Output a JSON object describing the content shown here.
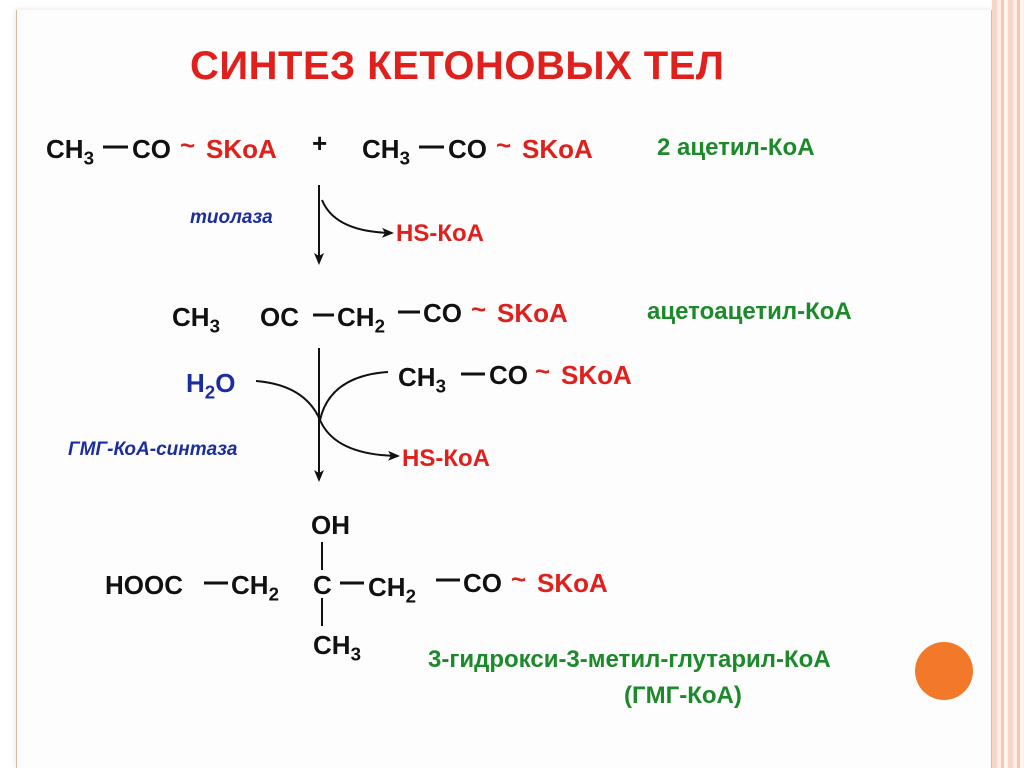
{
  "title": "СИНТЕЗ КЕТОНОВЫХ ТЕЛ",
  "step1": {
    "left_ch3": "CH",
    "left_sub": "3",
    "left_co": "CO",
    "tilde": "~",
    "left_skoa": "SKoA",
    "plus": "+",
    "right_ch3": "CH",
    "right_sub": "3",
    "right_co": "CO",
    "right_skoa": "SKoA",
    "label": "2 ацетил-КоА",
    "enzyme": "тиолаза",
    "byproduct": "HS-КоА"
  },
  "step2": {
    "ch3": "CH",
    "ch3_sub": "3",
    "oc": "OC",
    "ch2": "CH",
    "ch2_sub": "2",
    "co": "CO",
    "skoa": "SKoA",
    "label": "ацетоацетил-КоА",
    "water": "H",
    "water_sub": "2",
    "water_o": "O",
    "reagent_ch3": "CH",
    "reagent_sub": "3",
    "reagent_co": "CO",
    "reagent_skoa": "SKoA",
    "enzyme": "ГМГ-КоА-синтаза",
    "byproduct": "HS-КоА"
  },
  "step3": {
    "oh": "OH",
    "hooc": "HOOC",
    "ch2a": "CH",
    "ch2a_sub": "2",
    "c": "C",
    "ch2b": "CH",
    "ch2b_sub": "2",
    "co": "CO",
    "skoa": "SKoA",
    "ch3": "CH",
    "ch3_sub": "3",
    "label_line1": "3-гидрокси-3-метил-глутарил-КоА",
    "label_line2": "(ГМГ-КоА)"
  },
  "colors": {
    "title_red": "#e0201c",
    "formula_black": "#111111",
    "label_green": "#1c8a2a",
    "enzyme_blue": "#1c2e9e",
    "accent_orange": "#f2792a"
  }
}
